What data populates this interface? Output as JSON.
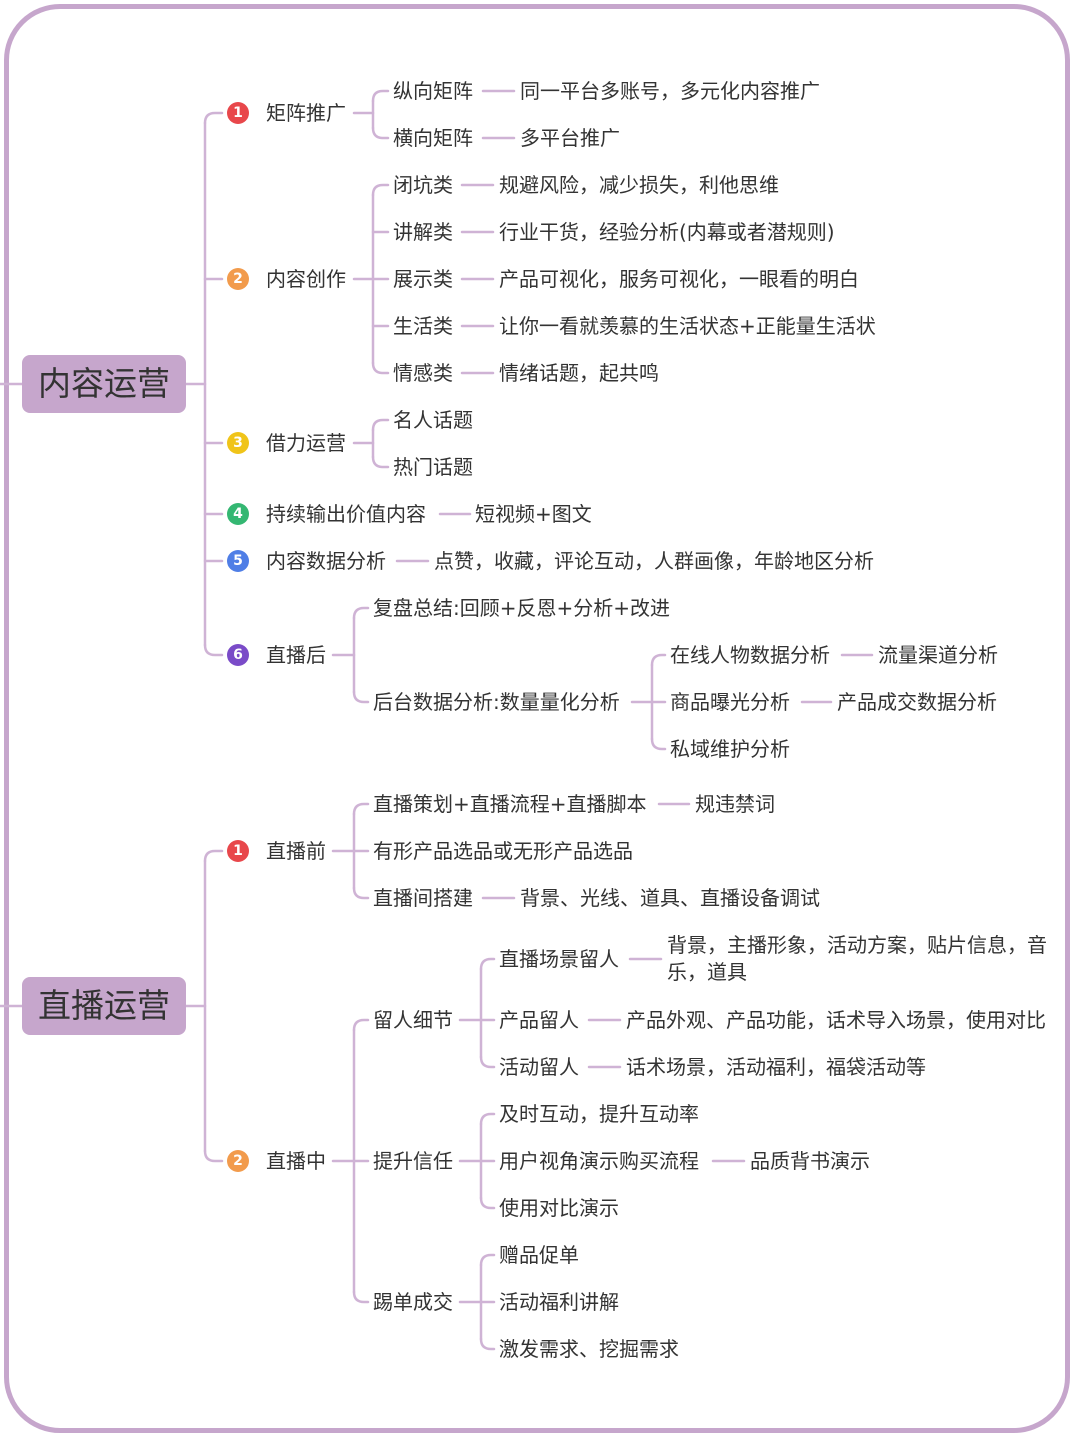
{
  "colors": {
    "frame": "#c6a6cc",
    "root_fill": "#c6a6cc",
    "line": "#cfb3d5",
    "text": "#333333",
    "badges": [
      "#e8474b",
      "#f29b4c",
      "#f0c419",
      "#34b772",
      "#4f7ee6",
      "#7a4bc8"
    ]
  },
  "section1": {
    "title": "内容运营",
    "items": [
      {
        "num": "1",
        "label": "矩阵推广",
        "children": [
          {
            "label": "纵向矩阵",
            "leaf": "同一平台多账号，多元化内容推广"
          },
          {
            "label": "横向矩阵",
            "leaf": "多平台推广"
          }
        ]
      },
      {
        "num": "2",
        "label": "内容创作",
        "children": [
          {
            "label": "闭坑类",
            "leaf": "规避风险，减少损失，利他思维"
          },
          {
            "label": "讲解类",
            "leaf": "行业干货，经验分析(内幕或者潜规则)"
          },
          {
            "label": "展示类",
            "leaf": "产品可视化，服务可视化，一眼看的明白"
          },
          {
            "label": "生活类",
            "leaf": "让你一看就羡慕的生活状态+正能量生活状"
          },
          {
            "label": "情感类",
            "leaf": "情绪话题，起共鸣"
          }
        ]
      },
      {
        "num": "3",
        "label": "借力运营",
        "children": [
          {
            "label": "名人话题"
          },
          {
            "label": "热门话题"
          }
        ]
      },
      {
        "num": "4",
        "label": "持续输出价值内容",
        "leaf": "短视频+图文"
      },
      {
        "num": "5",
        "label": "内容数据分析",
        "leaf": "点赞，收藏，评论互动，人群画像，年龄地区分析"
      },
      {
        "num": "6",
        "label": "直播后",
        "children": [
          {
            "label": "复盘总结:回顾+反恩+分析+改进"
          },
          {
            "label": "后台数据分析:数量量化分析",
            "children": [
              {
                "label": "在线人物数据分析",
                "leaf": "流量渠道分析"
              },
              {
                "label": "商品曝光分析",
                "leaf": "产品成交数据分析"
              },
              {
                "label": "私域维护分析"
              }
            ]
          }
        ]
      }
    ]
  },
  "section2": {
    "title": "直播运营",
    "items": [
      {
        "num": "1",
        "label": "直播前",
        "children": [
          {
            "label": "直播策划+直播流程+直播脚本",
            "leaf": "规违禁词"
          },
          {
            "label": "有形产品选品或无形产品选品"
          },
          {
            "label": "直播间搭建",
            "leaf": "背景、光线、道具、直播设备调试"
          }
        ]
      },
      {
        "num": "2",
        "label": "直播中",
        "children": [
          {
            "label": "留人细节",
            "children": [
              {
                "label": "直播场景留人",
                "leaf": "背景，主播形象，活动方案，贴片信息，音乐，道具"
              },
              {
                "label": "产品留人",
                "leaf": "产品外观、产品功能，话术导入场景，使用对比"
              },
              {
                "label": "活动留人",
                "leaf": "话术场景，活动福利，福袋活动等"
              }
            ]
          },
          {
            "label": "提升信任",
            "children": [
              {
                "label": "及时互动，提升互动率"
              },
              {
                "label": "用户视角演示购买流程",
                "leaf": "品质背书演示"
              },
              {
                "label": "使用对比演示"
              }
            ]
          },
          {
            "label": "踢单成交",
            "children": [
              {
                "label": "赠品促单"
              },
              {
                "label": "活动福利讲解"
              },
              {
                "label": "激发需求、挖掘需求"
              }
            ]
          }
        ]
      }
    ]
  }
}
